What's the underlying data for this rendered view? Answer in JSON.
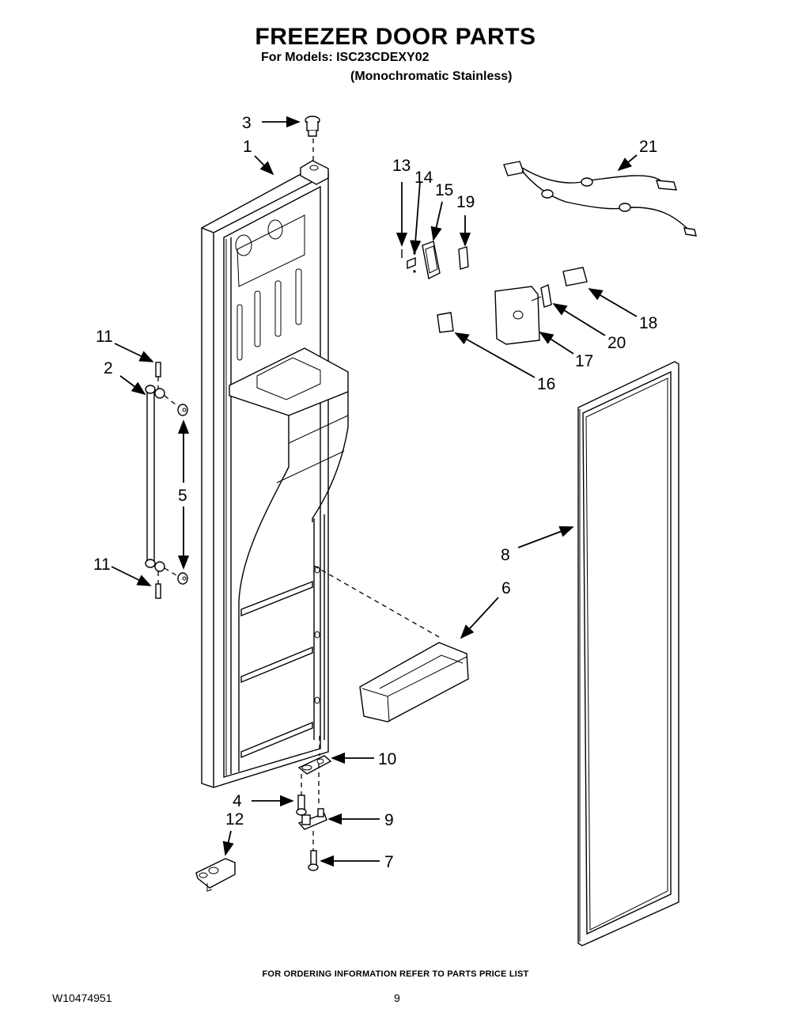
{
  "header": {
    "title": "FREEZER DOOR PARTS",
    "models_line": "For Models: ISC23CDEXY02",
    "variant_line": "(Monochromatic Stainless)"
  },
  "callouts": {
    "c1": "1",
    "c2": "2",
    "c3": "3",
    "c4": "4",
    "c5": "5",
    "c6": "6",
    "c7": "7",
    "c8": "8",
    "c9": "9",
    "c10": "10",
    "c11a": "11",
    "c11b": "11",
    "c12": "12",
    "c13": "13",
    "c14": "14",
    "c15": "15",
    "c16": "16",
    "c17": "17",
    "c18": "18",
    "c19": "19",
    "c20": "20",
    "c21": "21"
  },
  "footer": {
    "ordering_note": "FOR ORDERING INFORMATION REFER TO PARTS PRICE LIST",
    "document_id": "W10474951",
    "page_number": "9"
  }
}
